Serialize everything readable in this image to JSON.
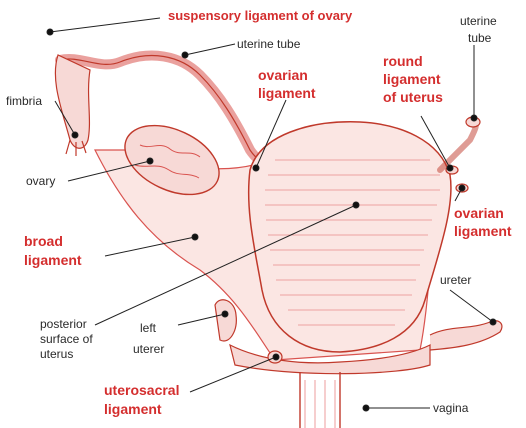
{
  "labels": {
    "suspensory": "suspensory ligament of ovary",
    "uterine_tube_left": "uterine tube",
    "uterine_tube_right_l1": "uterine",
    "uterine_tube_right_l2": "tube",
    "fimbria": "fimbria",
    "ovarian_ligament_left_l1": "ovarian",
    "ovarian_ligament_left_l2": "ligament",
    "round_ligament_l1": "round",
    "round_ligament_l2": "ligament",
    "round_ligament_l3": "of uterus",
    "ovary": "ovary",
    "ovarian_ligament_right_l1": "ovarian",
    "ovarian_ligament_right_l2": "ligament",
    "broad_ligament_l1": "broad",
    "broad_ligament_l2": "ligament",
    "ureter": "ureter",
    "posterior_l1": "posterior",
    "posterior_l2": "surface of",
    "posterior_l3": "uterus",
    "left_ureter_l1": "left",
    "left_ureter_l2": "uterer",
    "uterosacral_l1": "uterosacral",
    "uterosacral_l2": "ligament",
    "vagina": "vagina"
  },
  "colors": {
    "label_accent": "#d42e2e",
    "label_text": "#2a2a2a",
    "drawing_line": "#d9534f",
    "drawing_fill": "#f7d9d6",
    "leader_line": "#222222"
  }
}
